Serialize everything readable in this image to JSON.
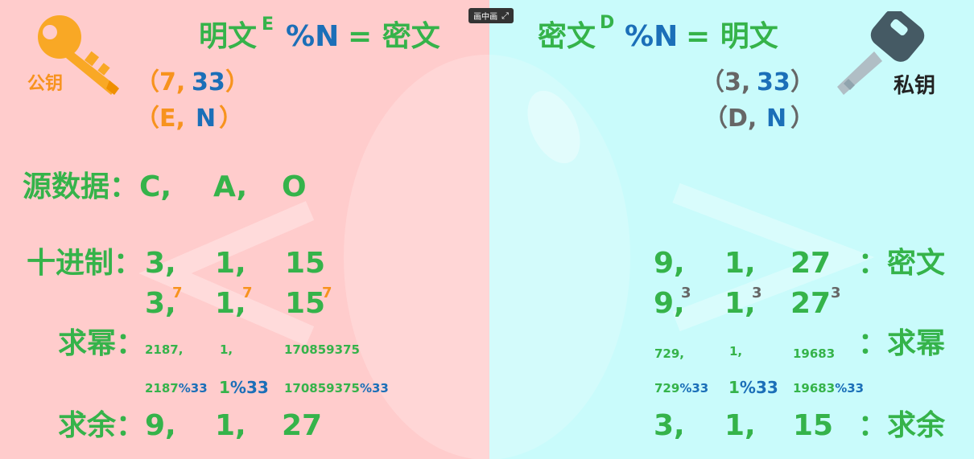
{
  "pip": {
    "label": "画中画",
    "icon": "exit-pip-icon"
  },
  "left": {
    "formula_a": "明文",
    "formula_sup": "E",
    "formula_b": "%N",
    "formula_c": "= 密文",
    "key_label": "公钥",
    "key_icon": "golden-key-icon",
    "pair1_open": "（7,",
    "pair1_val": "33",
    "pair1_close": "）",
    "pair2_open": "（E,",
    "pair2_val": "N",
    "pair2_close": "）",
    "source_label": "源数据：",
    "source_values": [
      "C,",
      "A,",
      "O"
    ],
    "decimal_label": "十进制：",
    "decimal_values": [
      "3,",
      "1,",
      "15"
    ],
    "power_bases": [
      "3,",
      "1,",
      "15"
    ],
    "power_exp": "7",
    "power_label": "求幂：",
    "power_results": [
      "2187,",
      "1,",
      "170859375"
    ],
    "mod_exprs": [
      {
        "num": "2187",
        "mod": "%33"
      },
      {
        "num": "1",
        "mod": "%33"
      },
      {
        "num": "170859375",
        "mod": "%33"
      }
    ],
    "rem_label": "求余：",
    "rem_values": [
      "9,",
      "1,",
      "27"
    ]
  },
  "right": {
    "formula_a": "密文",
    "formula_sup": "D",
    "formula_b": "%N",
    "formula_c": "= 明文",
    "key_label": "私钥",
    "key_icon": "dark-key-icon",
    "pair1_open": "（3,",
    "pair1_val": "33",
    "pair1_close": "）",
    "pair2_open": "（D,",
    "pair2_val": "N",
    "pair2_close": "）",
    "cipher_values": [
      "9,",
      "1,",
      "27"
    ],
    "cipher_label": "：密文",
    "power_bases": [
      "9,",
      "1,",
      "27"
    ],
    "power_exp": "3",
    "power_label": "：求幂",
    "power_results": [
      "729,",
      "1,",
      "19683"
    ],
    "mod_exprs": [
      {
        "num": "729",
        "mod": "%33"
      },
      {
        "num": "1",
        "mod": "%33"
      },
      {
        "num": "19683",
        "mod": "%33"
      }
    ],
    "rem_values": [
      "3,",
      "1,",
      "15"
    ],
    "rem_label": "：求余"
  },
  "colors": {
    "green": "#35b34a",
    "orange": "#f7931e",
    "blue": "#1b6fb8",
    "gray": "#666666",
    "left_bg": "#ffcccc",
    "right_bg": "#c9fbfb"
  }
}
